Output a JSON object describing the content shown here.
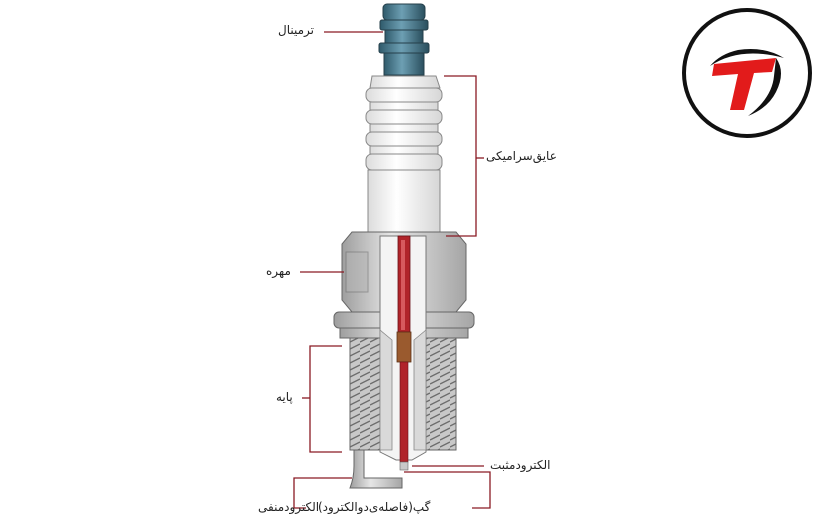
{
  "labels": {
    "terminal": "ترمینال",
    "insulator": "عایق‌سرامیکی",
    "nut": "مهره",
    "base": "پایه",
    "positive_electrode": "الکترودمثبت",
    "negative_electrode": "الکترودمنفی",
    "gap": "گپ(فاصله‌ی‌دوالکترود)"
  },
  "colors": {
    "leader_line": "#8a1a24",
    "terminal": "#3e6f83",
    "ceramic": "#f2f2f2",
    "metal": "#c9c9c9",
    "center_electrode": "#b0242a",
    "resistor": "#9a5a2e",
    "logo_red": "#e21b1b",
    "logo_ring": "#111111"
  },
  "logo": {
    "icon": "t-logo-icon"
  }
}
